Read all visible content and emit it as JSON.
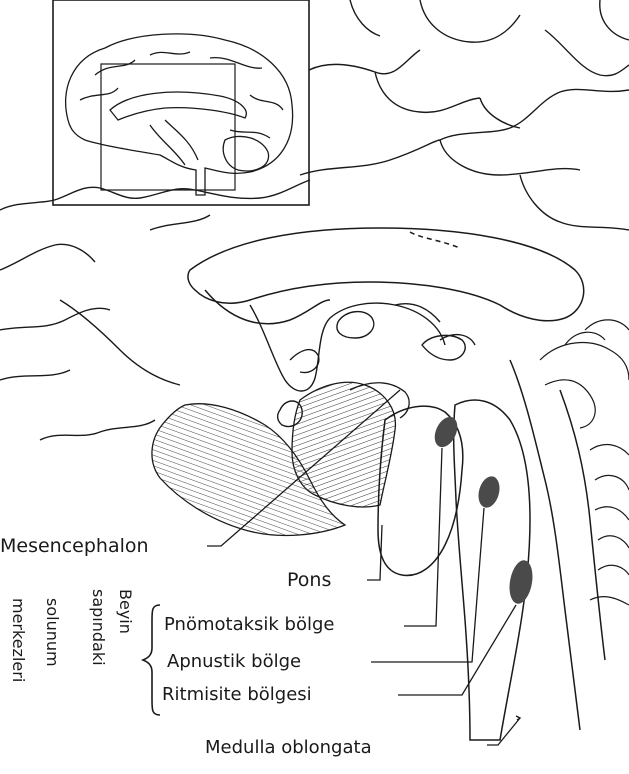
{
  "labels": {
    "mesencephalon": "Mesencephalon",
    "pons": "Pons",
    "pnomotaksik": "Pnömotaksik bölge",
    "apnustik": "Apnustik bölge",
    "ritmisite": "Ritmisite bölgesi",
    "medulla": "Medulla oblongata"
  },
  "vertical_caption": {
    "line1": "Beyin",
    "line2": "sapındaki",
    "line3": "solunum",
    "line4": "merkezleri"
  },
  "colors": {
    "line": "#1a1a1a",
    "hatch": "#333333",
    "center_fill": "#4a4a4a",
    "background": "#ffffff"
  }
}
